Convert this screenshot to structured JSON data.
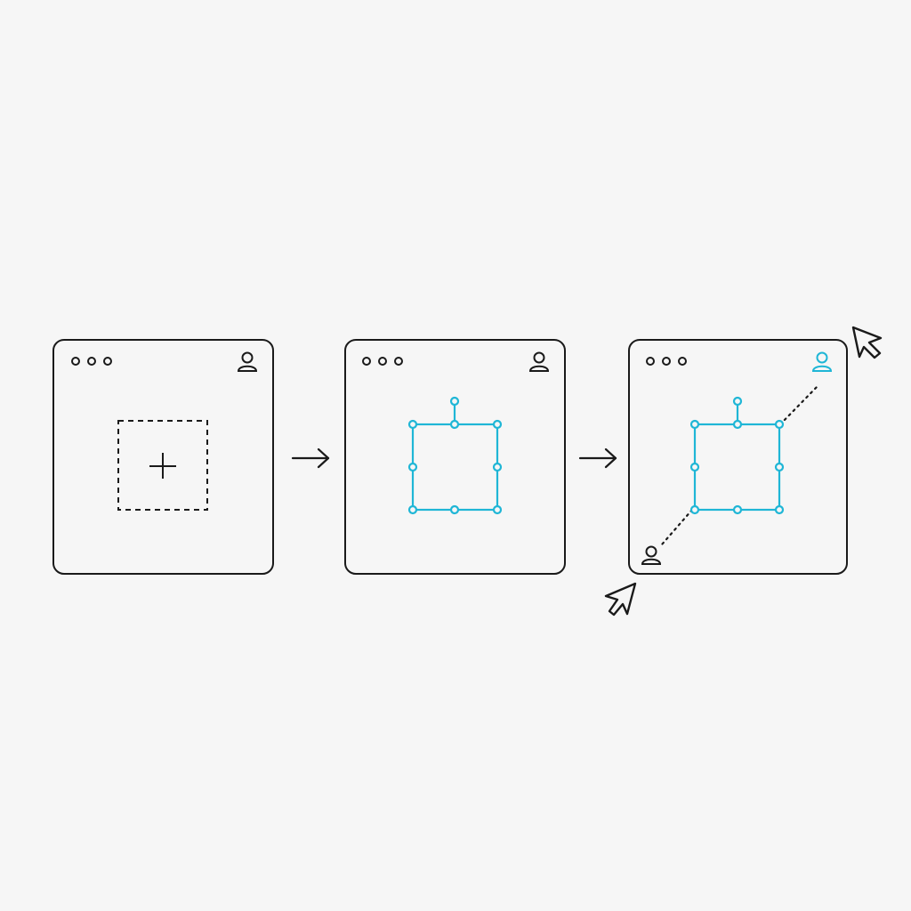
{
  "diagram": {
    "panels": [
      {
        "id": "panel-1",
        "state": "empty-placeholder",
        "window_controls": [
          "dot",
          "dot",
          "dot"
        ],
        "user_icon": "user-icon",
        "content_icon": "plus-icon",
        "content_frame": "dashed-placeholder-box"
      },
      {
        "id": "panel-2",
        "state": "shape-selected",
        "window_controls": [
          "dot",
          "dot",
          "dot"
        ],
        "user_icon": "user-icon",
        "content_frame": "selection-box-with-handles"
      },
      {
        "id": "panel-3",
        "state": "collaborative-editing",
        "window_controls": [
          "dot",
          "dot",
          "dot"
        ],
        "user_icon": "user-icon",
        "collaborator_icon": "user-icon",
        "content_frame": "selection-box-with-handles",
        "cursors": [
          "cursor-arrow-icon",
          "cursor-arrow-icon"
        ]
      }
    ],
    "connectors": [
      "arrow-right-icon",
      "arrow-right-icon"
    ],
    "colors": {
      "background": "#f6f6f6",
      "stroke": "#1a1a1a",
      "accent": "#1fb6d6",
      "panel_fill": "#f6f6f6"
    }
  }
}
